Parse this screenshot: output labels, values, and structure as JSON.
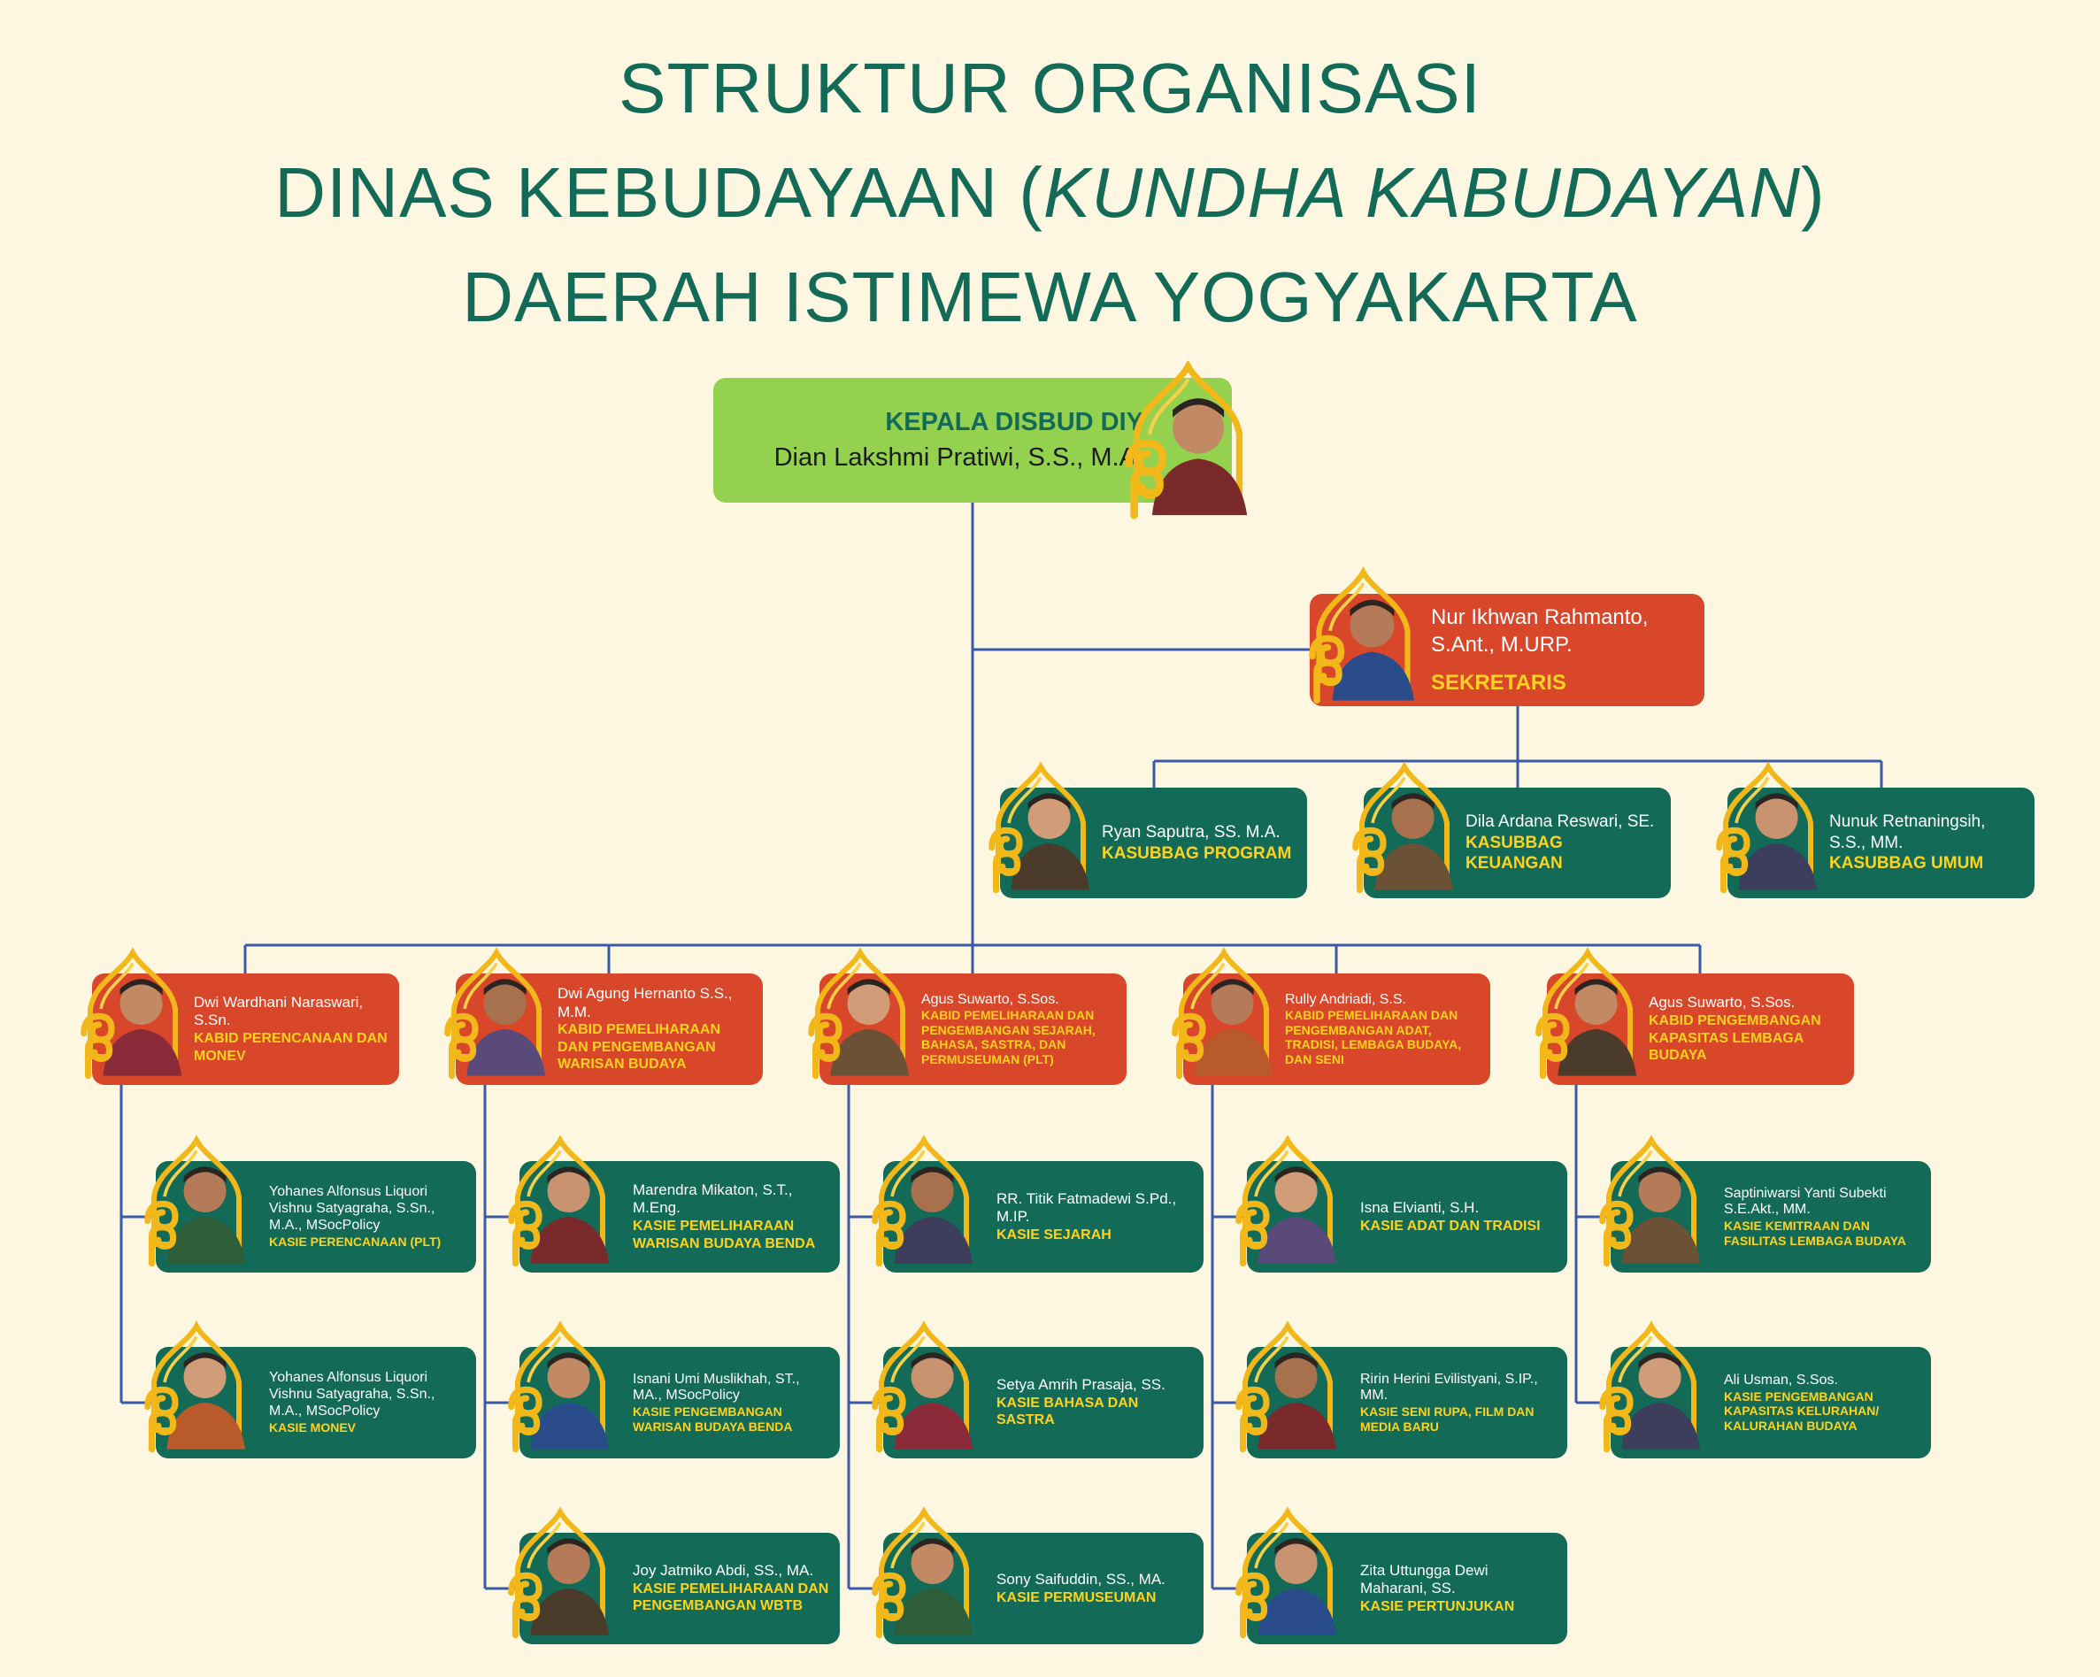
{
  "title": {
    "line1": "STRUKTUR ORGANISASI",
    "line2_prefix": "DINAS KEBUDAYAAN (",
    "line2_italic": "KUNDHA KABUDAYAN",
    "line2_suffix": ")",
    "line3": "DAERAH ISTIMEWA YOGYAKARTA"
  },
  "colors": {
    "green": "#136b57",
    "orange": "#d9472a",
    "lime": "#94d14e",
    "gold": "#ffd21e",
    "line": "#3a5aa8"
  },
  "head": {
    "position": "KEPALA DISBUD DIY",
    "name": "Dian Lakshmi Pratiwi, S.S., M.A."
  },
  "secretary": {
    "name": "Nur Ikhwan Rahmanto, S.Ant., M.URP.",
    "position": "SEKRETARIS"
  },
  "subsections": [
    {
      "name": "Ryan Saputra, SS. M.A.",
      "position": "KASUBBAG PROGRAM"
    },
    {
      "name": "Dila Ardana Reswari, SE.",
      "position": "KASUBBAG KEUANGAN"
    },
    {
      "name": "Nunuk Retnaningsih, S.S., MM.",
      "position": "KASUBBAG UMUM"
    }
  ],
  "divisions": [
    {
      "name": "Dwi Wardhani Naraswari, S.Sn.",
      "position": "KABID PERENCANAAN DAN MONEV",
      "sections": [
        {
          "name": "Yohanes Alfonsus Liquori Vishnu Satyagraha, S.Sn., M.A., MSocPolicy",
          "position": "KASIE PERENCANAAN (PLT)"
        },
        {
          "name": "Yohanes Alfonsus Liquori Vishnu Satyagraha, S.Sn., M.A., MSocPolicy",
          "position": "KASIE MONEV"
        }
      ]
    },
    {
      "name": "Dwi Agung Hernanto S.S., M.M.",
      "position": "KABID PEMELIHARAAN DAN PENGEMBANGAN WARISAN BUDAYA",
      "sections": [
        {
          "name": "Marendra Mikaton, S.T., M.Eng.",
          "position": "KASIE PEMELIHARAAN WARISAN BUDAYA BENDA"
        },
        {
          "name": "Isnani Umi Muslikhah, ST., MA., MSocPolicy",
          "position": "KASIE PENGEMBANGAN WARISAN BUDAYA BENDA"
        },
        {
          "name": "Joy Jatmiko Abdi, SS., MA.",
          "position": "KASIE PEMELIHARAAN DAN PENGEMBANGAN WBTB"
        }
      ]
    },
    {
      "name": "Agus Suwarto, S.Sos.",
      "position": "KABID PEMELIHARAAN DAN PENGEMBANGAN SEJARAH, BAHASA, SASTRA, DAN PERMUSEUMAN (PLT)",
      "sections": [
        {
          "name": "RR. Titik Fatmadewi S.Pd., M.IP.",
          "position": "KASIE SEJARAH"
        },
        {
          "name": "Setya Amrih Prasaja, SS.",
          "position": "KASIE BAHASA DAN SASTRA"
        },
        {
          "name": "Sony Saifuddin, SS., MA.",
          "position": "KASIE PERMUSEUMAN"
        }
      ]
    },
    {
      "name": "Rully Andriadi, S.S.",
      "position": "KABID PEMELIHARAAN DAN PENGEMBANGAN ADAT, TRADISI, LEMBAGA BUDAYA, DAN SENI",
      "sections": [
        {
          "name": "Isna Elvianti, S.H.",
          "position": "KASIE ADAT DAN TRADISI"
        },
        {
          "name": "Ririn Herini Evilistyani, S.IP., MM.",
          "position": "KASIE SENI RUPA, FILM DAN MEDIA BARU"
        },
        {
          "name": "Zita Uttungga Dewi Maharani, SS.",
          "position": "KASIE PERTUNJUKAN"
        }
      ]
    },
    {
      "name": "Agus Suwarto, S.Sos.",
      "position": "KABID PENGEMBANGAN KAPASITAS LEMBAGA BUDAYA",
      "sections": [
        {
          "name": "Saptiniwarsi Yanti Subekti S.E.Akt., MM.",
          "position": "KASIE KEMITRAAN DAN FASILITAS LEMBAGA BUDAYA"
        },
        {
          "name": "Ali Usman, S.Sos.",
          "position": "KASIE PENGEMBANGAN KAPASITAS KELURAHAN/ KALURAHAN BUDAYA"
        }
      ]
    }
  ]
}
